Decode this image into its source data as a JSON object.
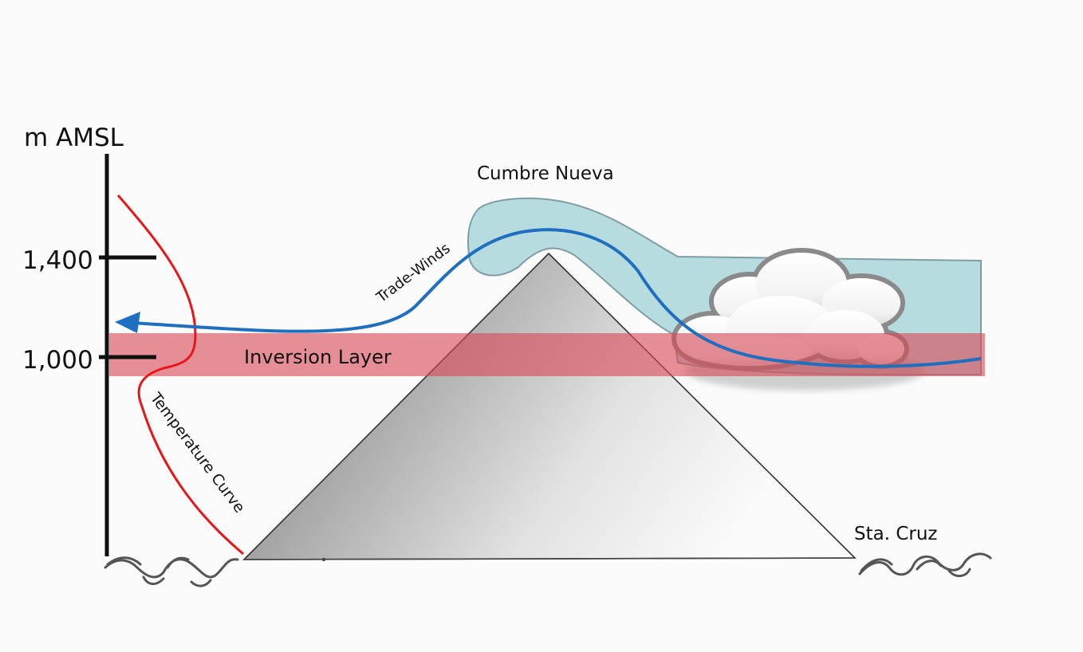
{
  "axis": {
    "unit_label": "m AMSL",
    "ticks": [
      "1,400",
      "1,000"
    ]
  },
  "labels": {
    "cumbre_nueva": "Cumbre Nueva",
    "trade_winds": "Trade-Winds",
    "inversion_layer": "Inversion Layer",
    "temperature_curve": "Temperature Curve",
    "sta_cruz": "Sta. Cruz"
  },
  "colors": {
    "temperature_curve": "#e8161a",
    "trade_winds": "#1f6fc1",
    "inversion_layer": "#e06c74",
    "cloud_band": "#a9d6da",
    "axis": "#111111"
  },
  "icons": [
    "cloud-icon",
    "ocean-wave-icon",
    "arrowhead-icon"
  ]
}
